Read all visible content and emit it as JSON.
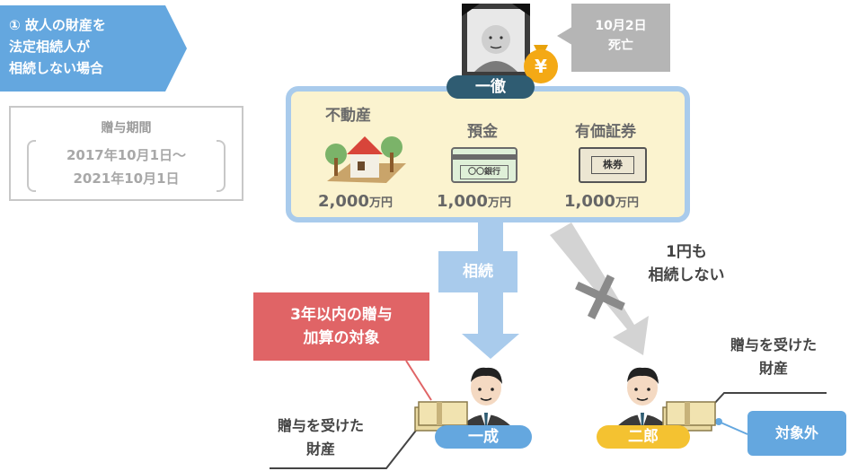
{
  "banner": {
    "line1": "① 故人の財産を",
    "line2": "法定相続人が",
    "line3": "相続しない場合"
  },
  "gift_period": {
    "title": "贈与期間",
    "start": "2017年10月1日〜",
    "end": "2021年10月1日"
  },
  "death": {
    "date": "10月2日",
    "status": "死亡"
  },
  "deceased": {
    "name": "一徹"
  },
  "assets": [
    {
      "title": "不動産",
      "amount": "2,000",
      "unit": "万円"
    },
    {
      "title": "預金",
      "amount": "1,000",
      "unit": "万円",
      "card_text": "〇〇銀行"
    },
    {
      "title": "有価証券",
      "amount": "1,000",
      "unit": "万円",
      "card_text": "株券"
    }
  ],
  "inherit_label": "相続",
  "gift_addition": {
    "line1": "3年以内の贈与",
    "line2": "加算の対象"
  },
  "no_inherit": {
    "line1": "1円も",
    "line2": "相続しない"
  },
  "heir1": {
    "name": "一成",
    "gift_line1": "贈与を受けた",
    "gift_line2": "財産"
  },
  "heir2": {
    "name": "二郎",
    "gift_line1": "贈与を受けた",
    "gift_line2": "財産"
  },
  "excluded": "対象外",
  "colors": {
    "blue": "#64a7df",
    "light_blue": "#a9cbec",
    "navy": "#2f5c72",
    "red": "#e06466",
    "yellow": "#f4c231",
    "gray": "#b5b5b5",
    "cream": "#fbf3cf"
  }
}
